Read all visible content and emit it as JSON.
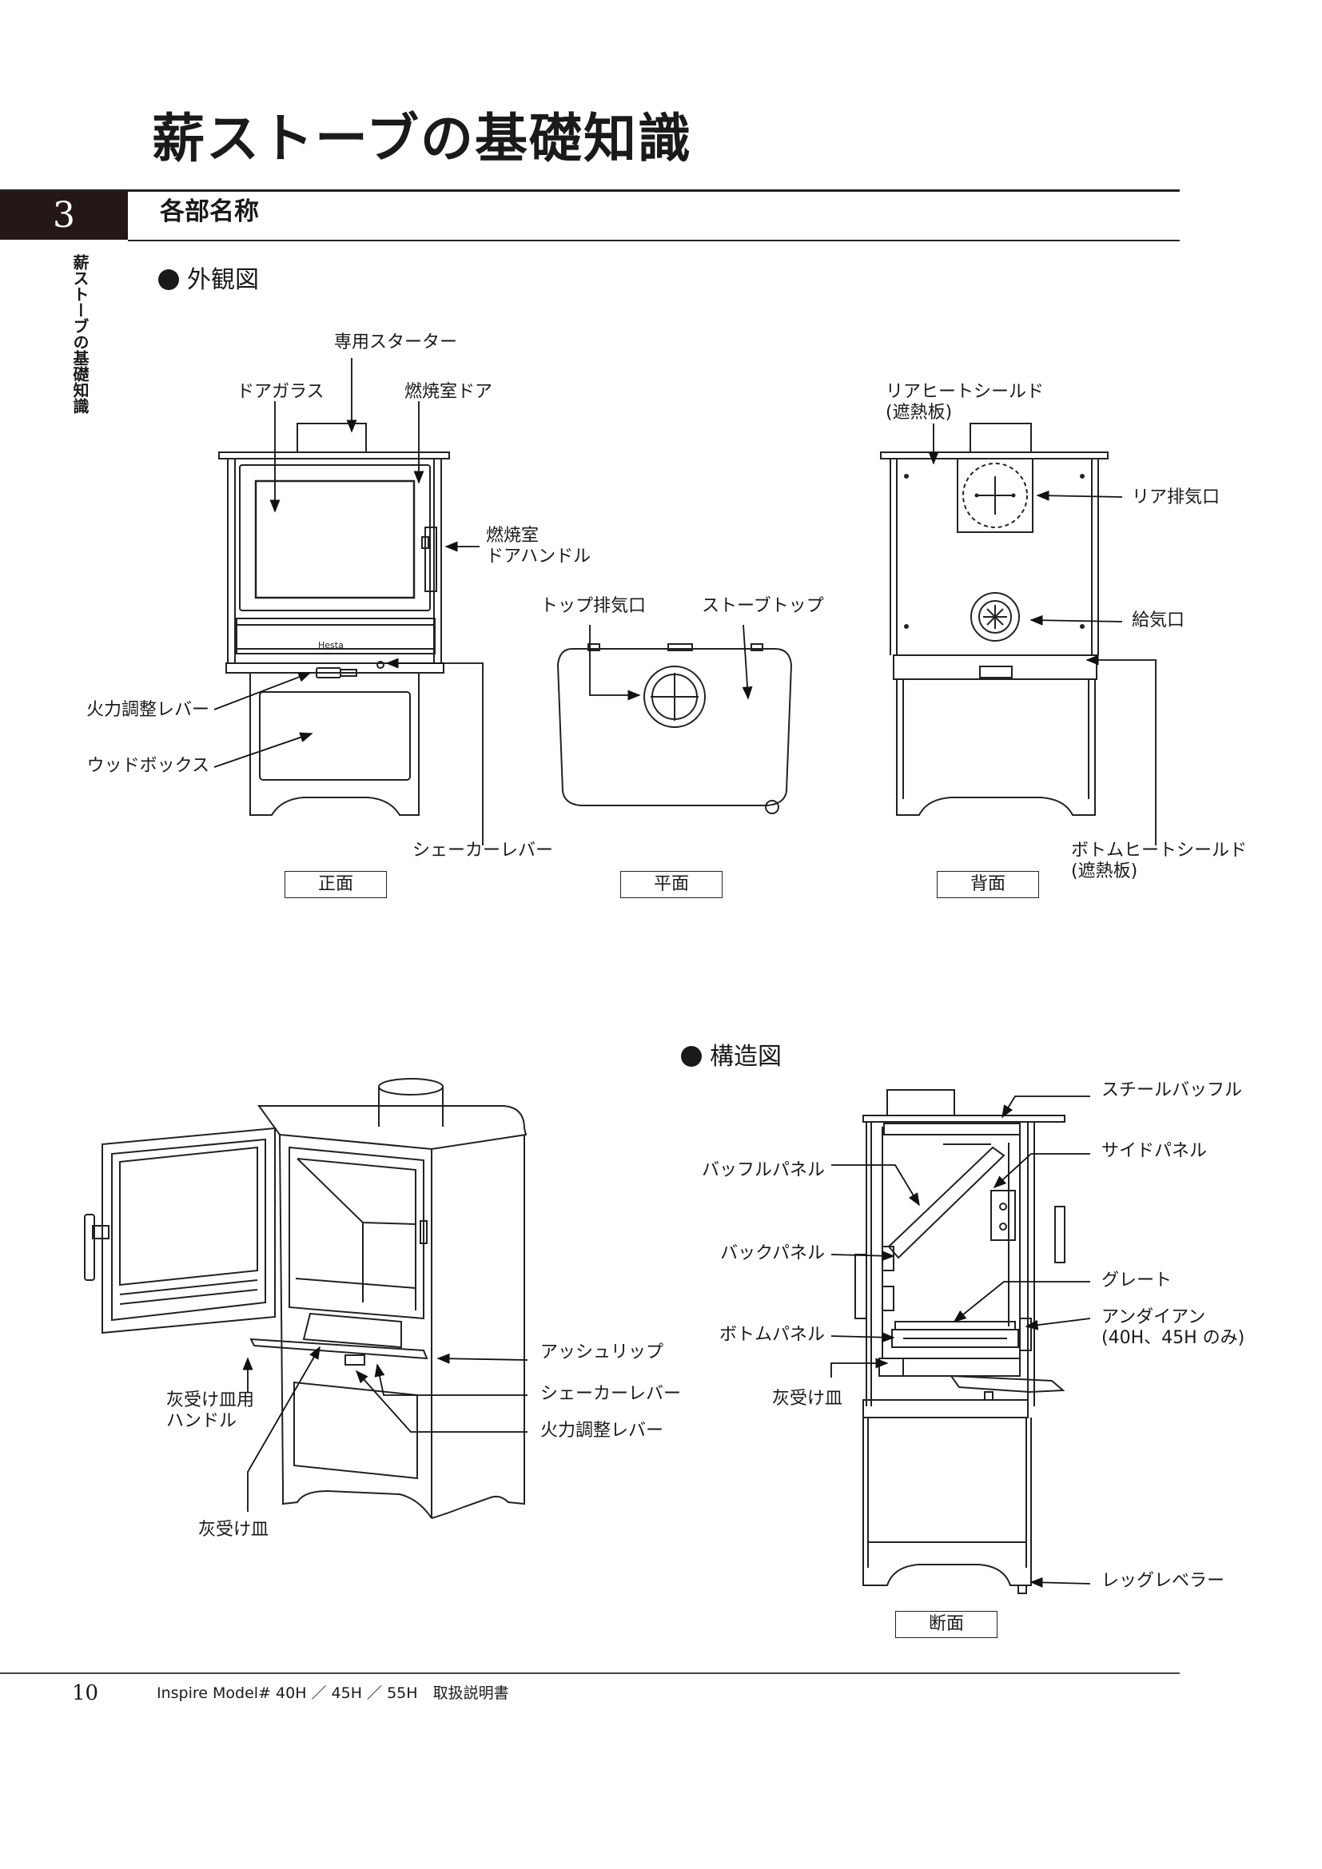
{
  "page_title": "薪ストーブの基礎知識",
  "section": {
    "number": "3",
    "title": "各部名称"
  },
  "side_tab": "薪ストーブの基礎知識",
  "exterior": {
    "heading": "外観図",
    "labels": {
      "starter": "専用スターター",
      "door_glass": "ドアガラス",
      "firebox_door": "燃焼室ドア",
      "door_handle": "燃焼室\nドアハンドル",
      "air_lever": "火力調整レバー",
      "woodbox": "ウッドボックス",
      "shaker_lever": "シェーカーレバー",
      "top_exhaust": "トップ排気口",
      "stove_top": "ストーブトップ",
      "rear_shield": "リアヒートシールド\n(遮熱板)",
      "rear_exhaust": "リア排気口",
      "air_intake": "給気口",
      "bottom_shield": "ボトムヒートシールド\n(遮熱板)"
    },
    "views": {
      "front": "正面",
      "plan": "平面",
      "back": "背面"
    },
    "brand_plate": "Hesta"
  },
  "perspective": {
    "labels": {
      "ash_lip": "アッシュリップ",
      "shaker_lever": "シェーカーレバー",
      "air_lever": "火力調整レバー",
      "ashpan_handle": "灰受け皿用\nハンドル",
      "ashpan": "灰受け皿"
    }
  },
  "structure": {
    "heading": "構造図",
    "labels": {
      "steel_baffle": "スチールバッフル",
      "side_panel": "サイドパネル",
      "baffle_panel": "バッフルパネル",
      "back_panel": "バックパネル",
      "grate": "グレート",
      "andiron": "アンダイアン\n(40H、45H のみ)",
      "bottom_panel": "ボトムパネル",
      "ashpan": "灰受け皿",
      "leg_leveler": "レッグレベラー"
    },
    "view": "断面"
  },
  "footer": {
    "page_number": "10",
    "text": "Inspire  Model# 40H ／ 45H ／ 55H　取扱説明書"
  }
}
